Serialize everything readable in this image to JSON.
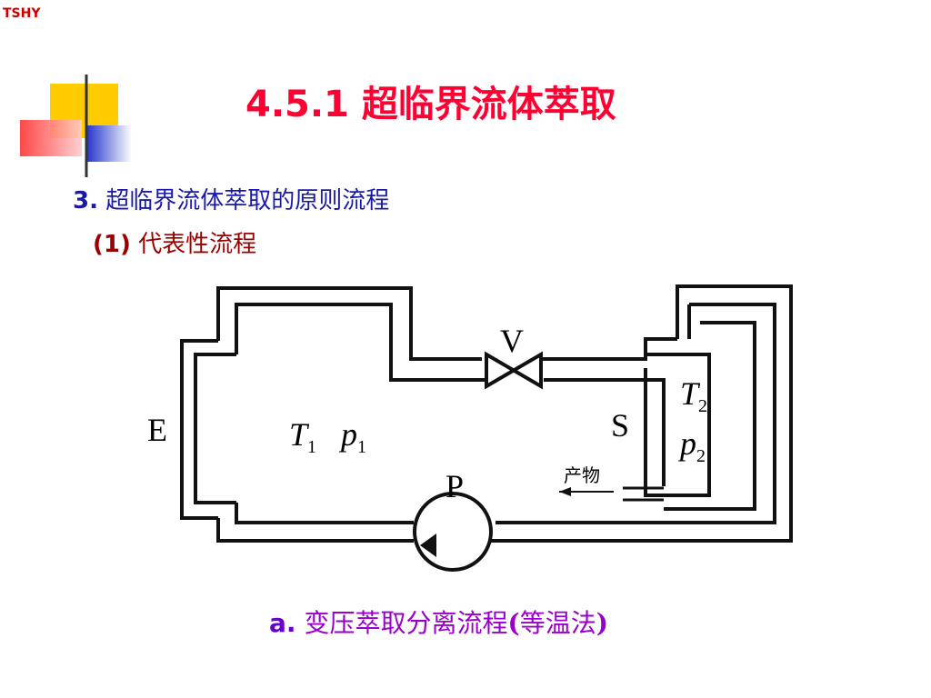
{
  "header": {
    "logo": "TSHY",
    "title": "4.5.1  超临界流体萃取"
  },
  "section": {
    "number": "3.",
    "text": "超临界流体萃取的原则流程"
  },
  "subsection": {
    "number": "(1)",
    "text": "代表性流程"
  },
  "diagram": {
    "labels": {
      "extractor": "E",
      "valve": "V",
      "separator": "S",
      "pump": "P",
      "t1": "T",
      "t1_sub": "1",
      "p1": "p",
      "p1_sub": "1",
      "t2": "T",
      "t2_sub": "2",
      "p2": "p",
      "p2_sub": "2",
      "product": "产物"
    }
  },
  "caption": {
    "letter": "a.",
    "text": "变压萃取分离流程",
    "paren_open": "(",
    "paren_text": "等温法",
    "paren_close": ")"
  },
  "colors": {
    "title": "#ff0033",
    "section": "#1a1aa6",
    "subsection": "#990000",
    "caption": "#9900cc",
    "deco_yellow": "#ffcc00",
    "deco_blue": "#2233cc",
    "deco_red": "#ff3333"
  }
}
